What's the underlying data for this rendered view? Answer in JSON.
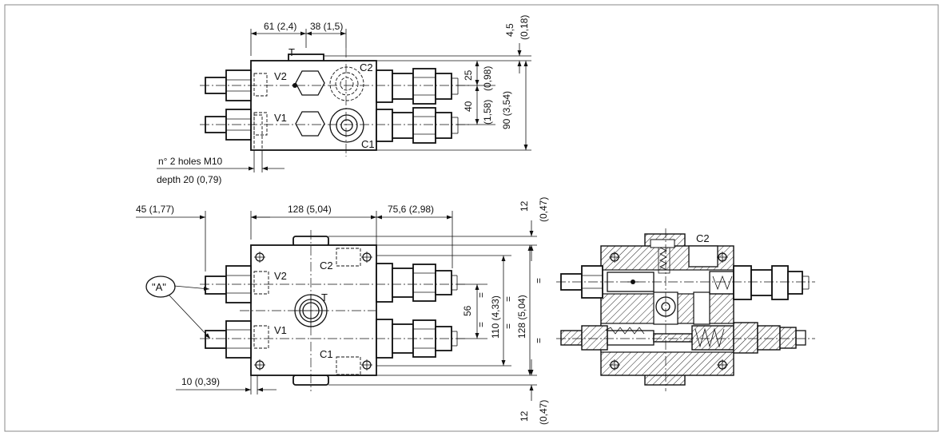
{
  "views": {
    "top": {
      "dim_width_left": "61 (2,4)",
      "dim_width_mid": "38 (1,5)",
      "dim_top_offset": "4,5",
      "dim_top_offset_in": "(0,18)",
      "dim_25": "25",
      "dim_25_in": "(0,98)",
      "dim_40": "40",
      "dim_40_in": "(1,58)",
      "dim_90": "90 (3,54)",
      "holes_line1": "n° 2 holes M10",
      "holes_line2": "depth 20 (0,79)",
      "port_t": "T",
      "port_v2": "V2",
      "port_v1": "V1",
      "port_c2": "C2",
      "port_c1": "C1"
    },
    "front": {
      "dim_45": "45 (1,77)",
      "dim_128_w": "128 (5,04)",
      "dim_756": "75,6 (2,98)",
      "dim_12_top": "12",
      "dim_12_top_in": "(0,47)",
      "dim_12_bot": "12",
      "dim_12_bot_in": "(0,47)",
      "dim_56": "56",
      "dim_110": "110 (4,33)",
      "dim_128_h": "128 (5,04)",
      "dim_10": "10 (0,39)",
      "eq": "=",
      "callout_a": "\"A\"",
      "port_t": "T",
      "port_v2": "V2",
      "port_v1": "V1",
      "port_c2": "C2",
      "port_c1": "C1"
    },
    "section": {
      "port_c2": "C2"
    }
  }
}
